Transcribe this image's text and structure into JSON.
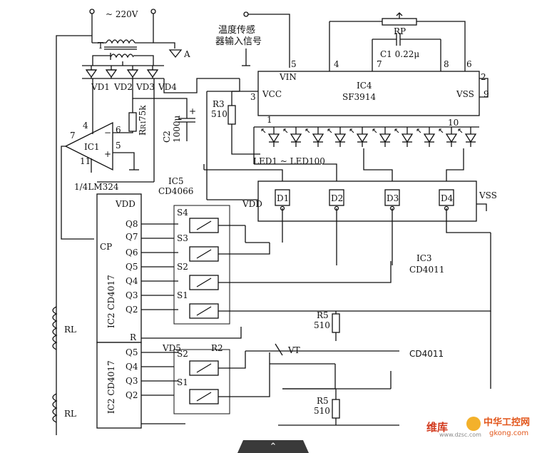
{
  "diagram": {
    "supply": "~ 220V",
    "transformer": "T",
    "ground_a": "A",
    "sensor_input": [
      "温度传感",
      "器输入信号"
    ],
    "diodes": [
      "VD1",
      "VD2",
      "VD3",
      "VD4"
    ],
    "ic1": {
      "name": "IC1",
      "part": "1/4LM324",
      "pins": [
        "4",
        "6",
        "5",
        "7",
        "11"
      ]
    },
    "r1": {
      "name": "R1",
      "value": "75k"
    },
    "c2": {
      "name": "C2",
      "value": "1000μ"
    },
    "r3": {
      "name": "R3",
      "value": "510"
    },
    "ic4": {
      "name": "IC4",
      "part": "SF3914",
      "vin": "VIN",
      "vcc": "VCC",
      "vss": "VSS",
      "pins": [
        "5",
        "4",
        "7",
        "8",
        "6",
        "2",
        "9",
        "3",
        "1",
        "10"
      ]
    },
    "rp": "RP",
    "c1": "C1  0.22μ",
    "leds": "LED1 ~ LED100",
    "ic5": {
      "name": "IC5",
      "part": "CD4066"
    },
    "vdd": "VDD",
    "switches_top": [
      "S4",
      "S3",
      "S2",
      "S1"
    ],
    "switches_bottom": [
      "S2",
      "S1"
    ],
    "ic2_top": {
      "name": "IC2 CD4017",
      "outputs": [
        "Q8",
        "Q7",
        "Q6",
        "Q5",
        "Q4",
        "Q3",
        "Q2"
      ],
      "cp": "CP",
      "reset": "R"
    },
    "ic2_bottom": {
      "name": "IC2 CD4017",
      "outputs": [
        "Q5",
        "Q4",
        "Q3",
        "Q2"
      ]
    },
    "ic3": {
      "name": "IC3",
      "part": "CD4011",
      "vdd": "VDD",
      "vss": "VSS",
      "gates": [
        "D1",
        "D2",
        "D3",
        "D4"
      ]
    },
    "ic3_bottom": "CD4011",
    "r5": {
      "name": "R5",
      "value": "510"
    },
    "r5_bottom": {
      "name": "R5",
      "value": "510"
    },
    "vd5": "VD5",
    "r2": "R2",
    "vt": "VT",
    "relays": [
      "RL",
      "RL"
    ]
  },
  "watermark": {
    "brand": "中华工控网",
    "site": "gkong.com",
    "left_text": "维库",
    "url": "www.dzsc.com"
  },
  "scroll_control": {
    "glyph": "⌃"
  }
}
